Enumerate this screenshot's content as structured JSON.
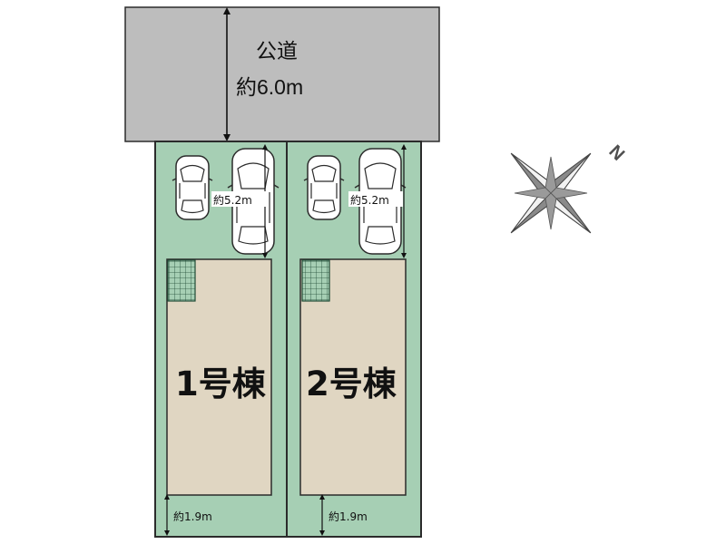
{
  "road": {
    "name": "公道",
    "width_label": "約6.0m"
  },
  "lots": [
    {
      "label": "1号棟",
      "parking_depth_label": "約5.2m",
      "setback_label": "約1.9m"
    },
    {
      "label": "2号棟",
      "parking_depth_label": "約5.2m",
      "setback_label": "約1.9m"
    }
  ],
  "compass": {
    "north_label": "N"
  },
  "colors": {
    "road": "#bdbdbd",
    "lot": "#a6cfb4",
    "building": "#e0d6c2",
    "car_body": "#ffffff",
    "outline": "#2b2b2b",
    "compass": "#8a8a8a"
  }
}
